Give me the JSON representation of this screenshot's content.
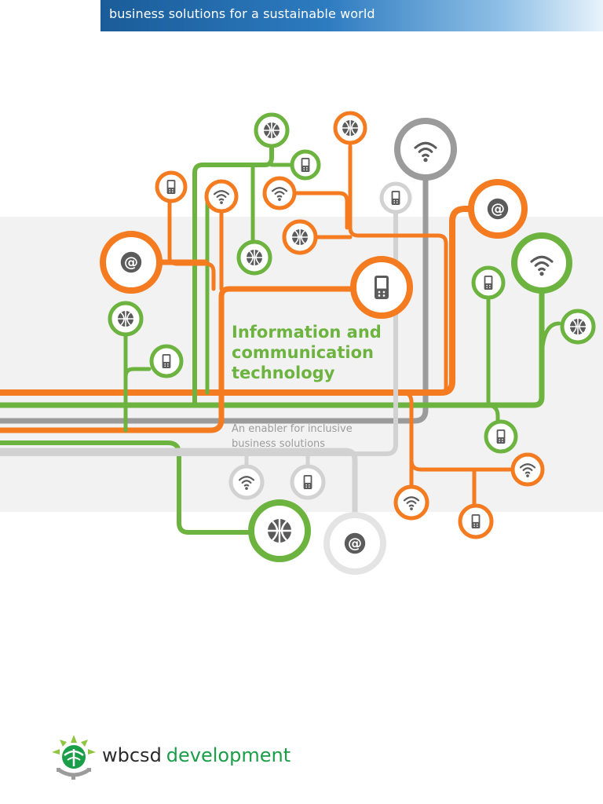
{
  "header": {
    "tagline": "business solutions for a sustainable world"
  },
  "cover": {
    "title_lines": [
      "Information and",
      "communication",
      "technology"
    ],
    "subtitle_lines": [
      "An enabler for inclusive",
      "business solutions"
    ]
  },
  "footer": {
    "brand": "wbcsd",
    "unit": "development"
  },
  "colors": {
    "banner_blue": "#1a5c99",
    "orange": "#f47b20",
    "green": "#6db33f",
    "gray": "#9b9b9b",
    "light_gray": "#d2d2d2",
    "logo_green": "#1a9e48"
  },
  "icons": [
    "globe-icon",
    "mobile-phone-icon",
    "wifi-icon",
    "at-sign-icon",
    "wbcsd-logo-icon"
  ]
}
